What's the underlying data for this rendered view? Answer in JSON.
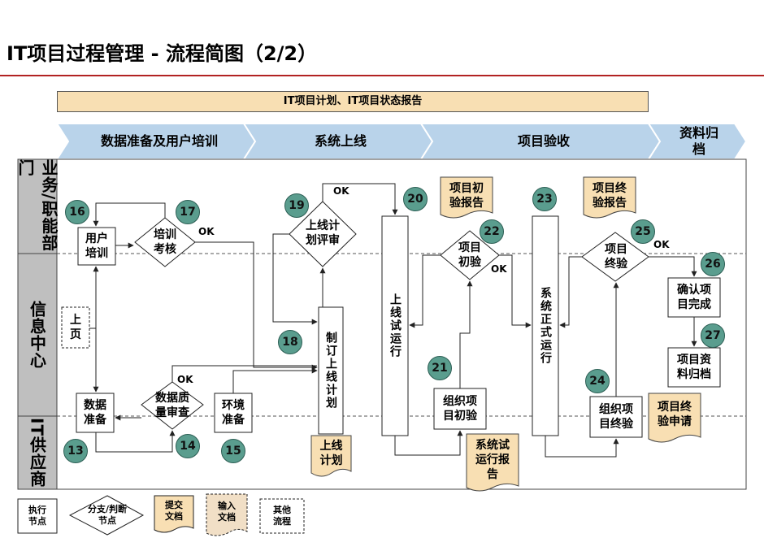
{
  "title": "IT项目过程管理 - 流程简图（2/2）",
  "banner": "IT项目计划、IT项目状态报告",
  "phases": [
    "数据准备及用户培训",
    "系统上线",
    "项目验收",
    "资料归\n档"
  ],
  "lanes": [
    "业务/职能部门",
    "信息中心",
    "IT供应商"
  ],
  "nodes": {
    "user_training": "用户\n培训",
    "training_assessment": "培训\n考核",
    "page_ref": "上\n页",
    "data_prep": "数据\n准备",
    "data_quality_review": "数据质\n量审查",
    "env_prep": "环境\n准备",
    "golive_plan_review": "上线计\n划评审",
    "make_golive_plan": "制订上线计划",
    "golive_plan_doc": "上线\n计划",
    "trial_run": "上线试运行",
    "initial_acceptance_report": "项目初\n验报告",
    "project_initial_acceptance": "项目\n初验",
    "org_initial_acceptance": "组织项\n目初验",
    "trial_run_report": "系统试\n运行报\n告",
    "formal_run": "系统正式运行",
    "final_acceptance_report": "项目终\n验报告",
    "project_final_acceptance": "项目\n终验",
    "org_final_acceptance": "组织项\n目终验",
    "final_acceptance_request": "项目终\n验申请",
    "confirm_complete": "确认项\n目完成",
    "archive": "项目资\n料归档"
  },
  "step_numbers": [
    "16",
    "17",
    "19",
    "20",
    "22",
    "23",
    "25",
    "26",
    "27",
    "18",
    "21",
    "24",
    "13",
    "14",
    "15"
  ],
  "ok_label": "OK",
  "legend": {
    "exec_node": "执行\n节点",
    "branch": "分支/判断\n节点",
    "submit_doc": "提交\n文档",
    "input_doc": "输入\n文档",
    "other_flow": "其他\n流程"
  },
  "colors": {
    "title_rule": "#b22222",
    "banner": "#f8dfb3",
    "phase_arrow": "#b9d3ea",
    "lane_label": "#bfbfbf",
    "document": "#f8dfb3",
    "step_circle": "#5a9d8e"
  }
}
